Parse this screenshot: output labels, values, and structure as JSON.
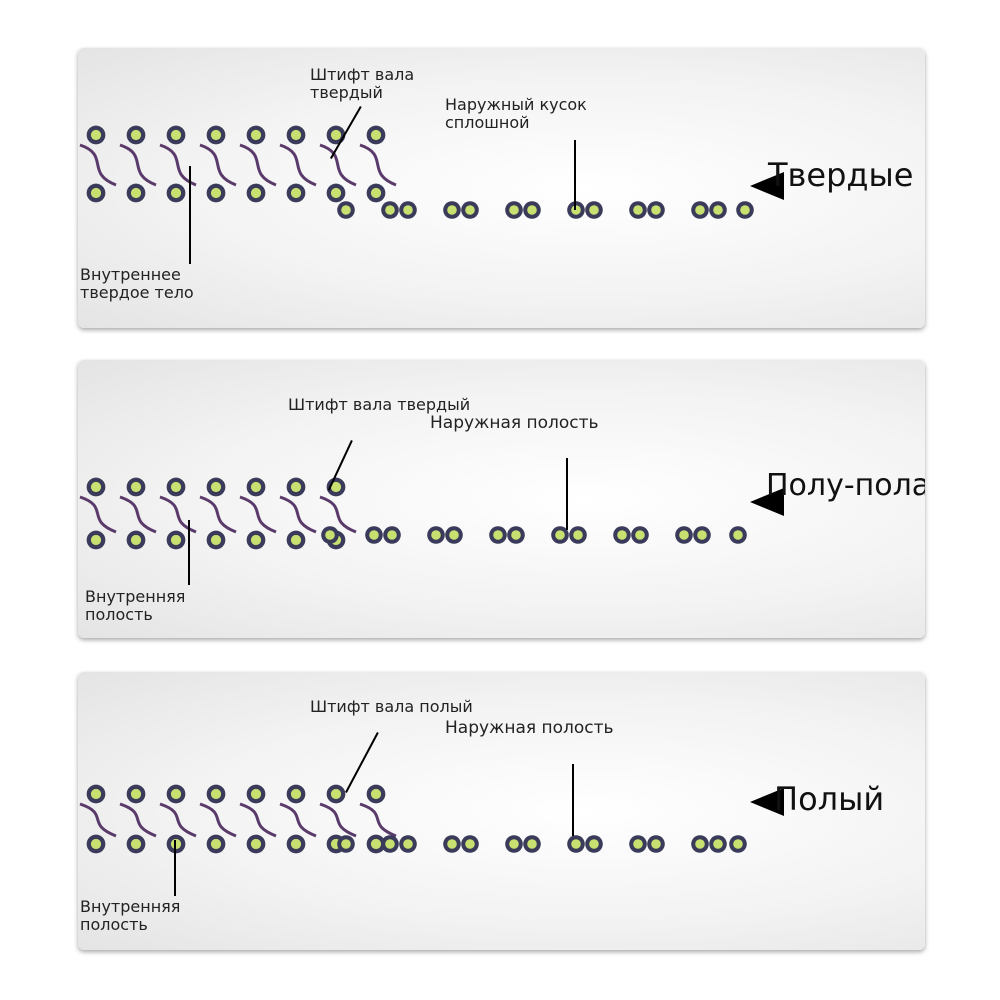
{
  "panels": [
    {
      "title": "Твердые",
      "pin_label": [
        "Штифт вала",
        "твердый"
      ],
      "outer_label": [
        "Наружный кусок",
        "сплошной"
      ],
      "inner_label": [
        "Внутреннее",
        "твердое тело"
      ],
      "colors": [
        "#c65fc8",
        "#e07bb7",
        "#9fd06a",
        "#5fb7d0"
      ]
    },
    {
      "title": "Полу-полая",
      "pin_label": [
        "Штифт вала твердый"
      ],
      "outer_label": [
        "Наружная полость"
      ],
      "inner_label": [
        "Внутренняя",
        "полость"
      ],
      "colors": [
        "#a55fd0",
        "#d07ac8",
        "#8fd07a",
        "#6a9fe0"
      ]
    },
    {
      "title": "Полый",
      "pin_label": [
        "Штифт вала полый"
      ],
      "outer_label": [
        "Наружная полость"
      ],
      "inner_label": [
        "Внутренняя",
        "полость"
      ],
      "colors": [
        "#4fb7b0",
        "#a76fd0",
        "#6fd0a0",
        "#5f8fe0"
      ]
    }
  ]
}
